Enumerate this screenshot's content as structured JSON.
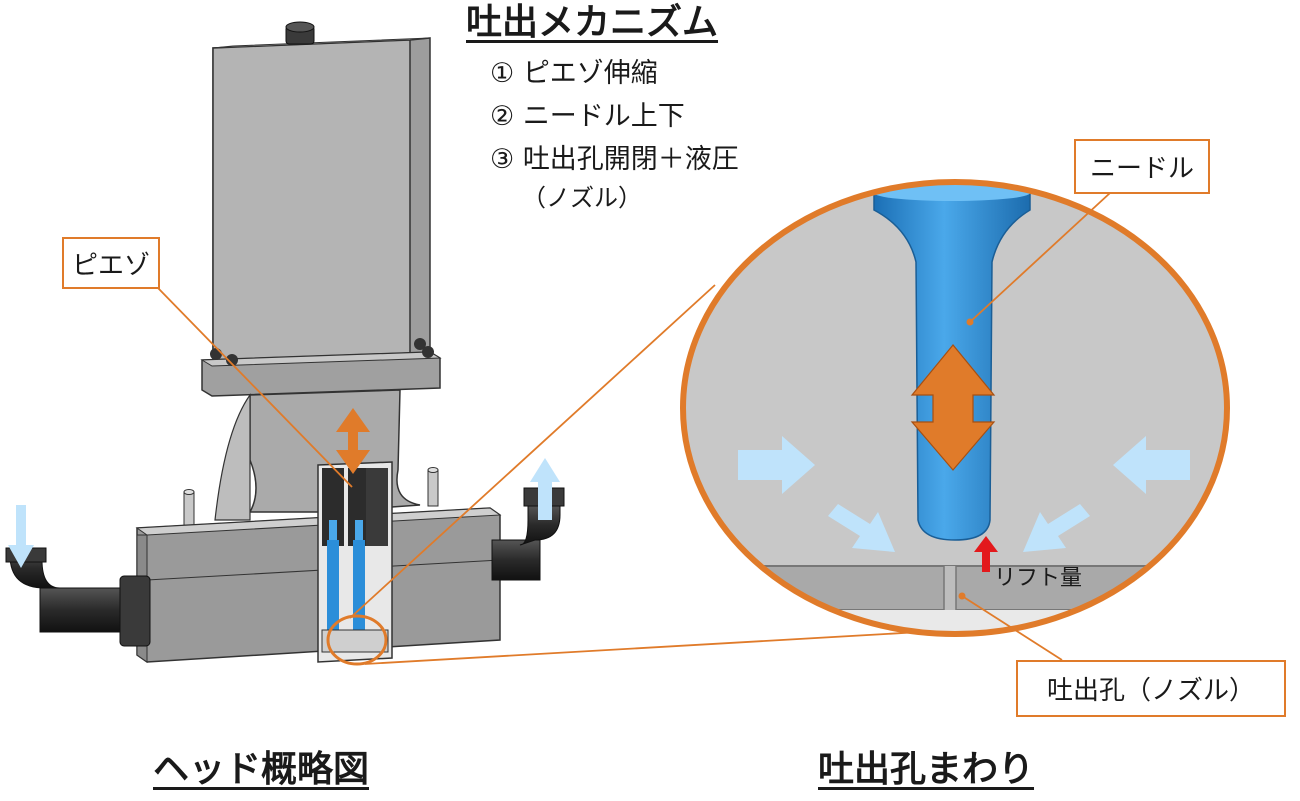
{
  "title": "吐出メカニズム",
  "steps": [
    {
      "num": "①",
      "text": "ピエゾ伸縮"
    },
    {
      "num": "②",
      "text": "ニードル上下"
    },
    {
      "num": "③",
      "text": "吐出孔開閉＋液圧"
    }
  ],
  "steps_note": "（ノズル）",
  "callouts": {
    "piezo": "ピエゾ",
    "needle": "ニードル",
    "nozzle": "吐出孔（ノズル）"
  },
  "lift_label": "リフト量",
  "captions": {
    "left": "ヘッド概略図",
    "right": "吐出孔まわり"
  },
  "colors": {
    "accent": "#e07b2a",
    "needle": "#2e8fd8",
    "flow": "#bfe3fb",
    "lift_arrow": "#e3191c",
    "body_gray": "#a8a8a8"
  }
}
